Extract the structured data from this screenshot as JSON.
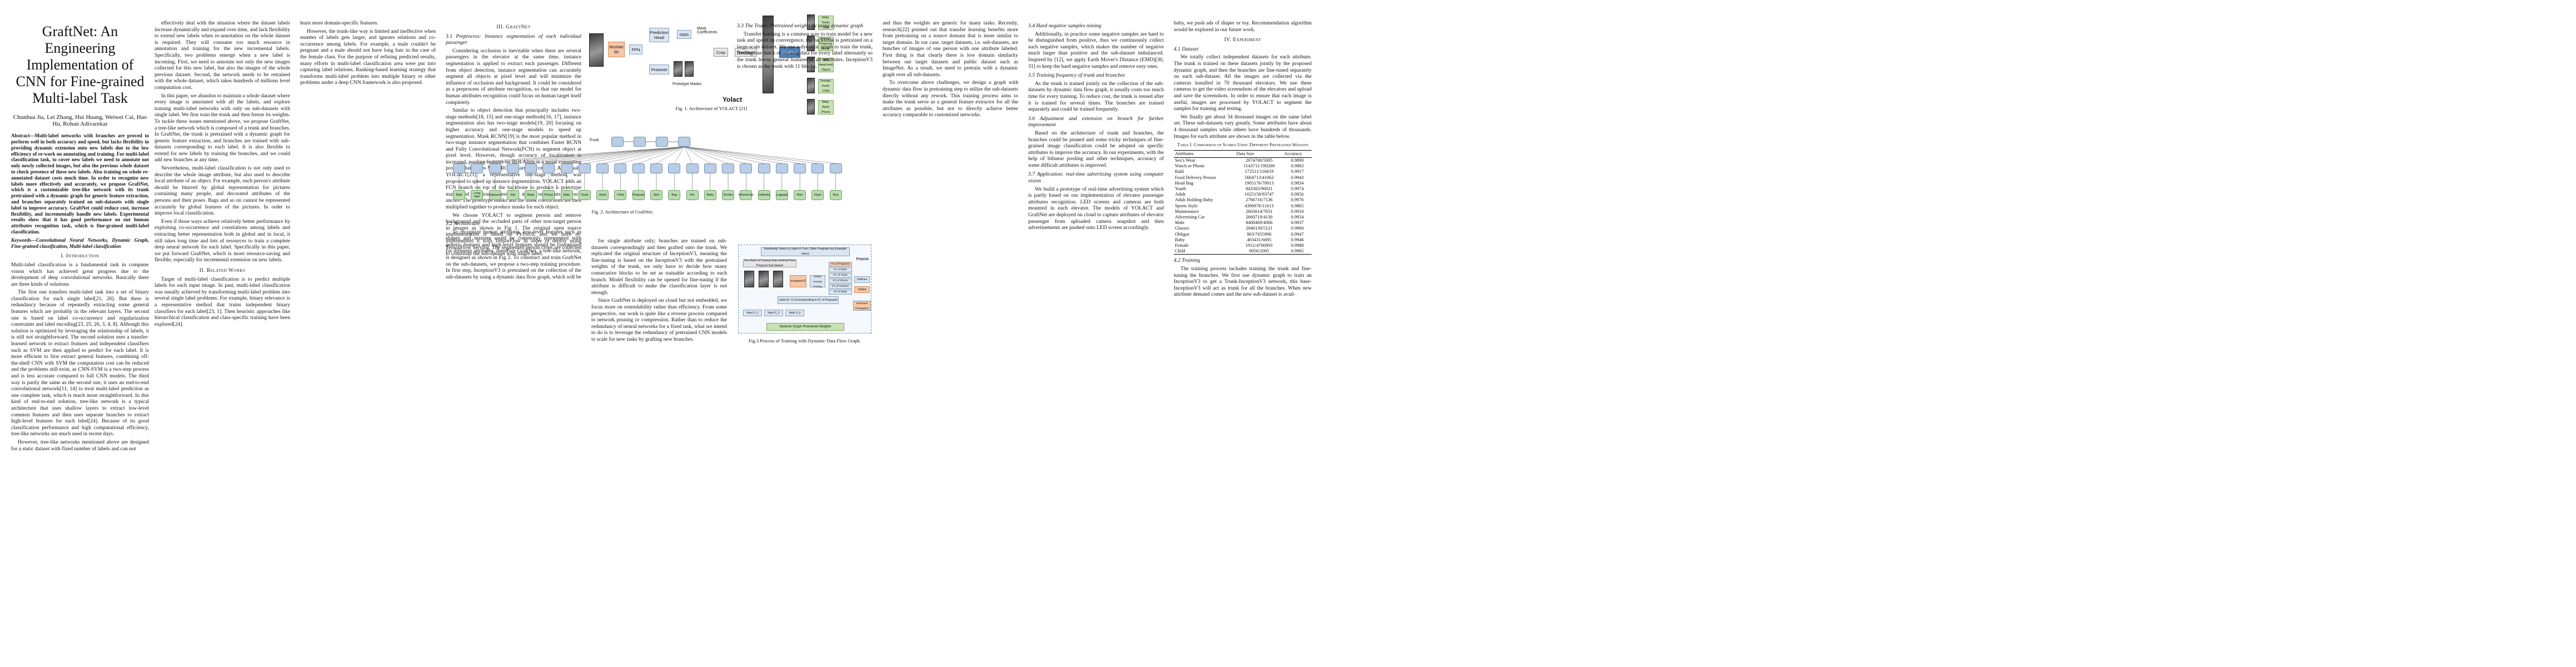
{
  "paper": {
    "title": "GraftNet: An Engineering Implementation of CNN for Fine-grained Multi-label Task",
    "authors": "Chunhua Jia, Lei Zhang, Hui Huang, Weiwei Cai, Hao Hu, Rohan Adivarekar",
    "abstract": "Abstract—Multi-label networks with branches are proved to perform well in both accuracy and speed, but lacks flexibility in providing dynamic extension onto new labels due to the low efficiency of re-work on annotating and training. For multi-label classification task, to cover new labels we need to annotate not only newly collected images, but also the previous whole dataset to check presence of these new labels. Also training on whole re-annotated dataset costs much time. In order to recognize new labels more effectively and accurately, we propose GraftNet, which is a customizable tree-like network with its trunk pretrained with a dynamic graph for generic feature extraction, and branches separately trained on sub-datasets with single label to improve accuracy. GraftNet could reduce cost, increase flexibility, and incrementally handle new labels. Experimental results show that it has good performance on our human attributes recognition task, which is fine-grained multi-label classification.",
    "keywords": "Keywords—Convolutional Neural Networks, Dynamic Graph, Fine-grained classification, Multi-label classification",
    "sec1": "I. Introduction",
    "intro_p1": "Multi-label classification is a fundamental task in computer vision which has achieved great progress due to the development of deep convolutional networks. Basically there are three kinds of solutions.",
    "intro_p2": "The first one transfers multi-label task into a set of binary classification for each single label[21, 26]. But there is redundancy because of repeatedly extracting some general features which are probably in the relevant layers. The second one is based on label co-occurrence and regularization constraints and label encoding[23, 25, 26, 3, 4, 8]. Although this solution is optimized by leveraging the relationship of labels, it is still not straightforward. The second solution uses a transfer-learned network to extract features and independent classifiers such as SVM are then applied to predict for each label. It is more efficient to first extract general features, combining off-the-shelf CNN with SVM the computation cost can be reduced and the problems still exist, as CNN-SVM is a two-step process and is less accurate compared to full CNN models. The third way is partly the same as the second one, it uses an end-to-end convolutional network[11, 14] to treat multi-label prediction as one complete task, which is much more straightforward. In this kind of end-to-end solution, tree-like network is a typical architecture that uses shallow layers to extract low-level common features and then uses separate branches to extract high-level features for each label[24]. Because of its good classification performance and high computational efficiency, tree-like networks are much used in recent days.",
    "intro_p3": "However, tree-like networks mentioned above are designed for a static dataset with fixed number of labels and can not",
    "col2_p1": "learn more domain-specific features.",
    "col2_p2": "However, the trunk-like way is limited and ineffective when number of labels gets larger, and ignores relations and co-occurrence among labels. For example, a male couldn't be pregnant and a male should not have long hair in the case of the female class. For the purpose of refining predicted results, many efforts in multi-label classification area were put into capturing label relations. Ranking-based learning strategy that transforms multi-label problem into multiple binary or other problems under a deep CNN framework is also proposed.",
    "col2_p3": "effectively deal with the situation where the dataset labels increase dynamically and expand over time, and lack flexibility to extend new labels when re-annotation on the whole dataset is required. They will consume too much resource in annotation and training for the new incremental labels. Specifically, two problems emerge when a new label is incoming. First, we need to annotate not only the new images collected for this new label, but also the images of the whole previous dataset. Second, the network needs to be retrained with the whole dataset, which takes hundreds of millions level computation cost.",
    "col2_p4": "In this paper, we abandon to maintain a whole dataset where every image is annotated with all the labels, and explore training multi-label networks with only on sub-datasets with single label. We first train the trunk and then freeze its weights. To tackle these issues mentioned above, we propose GraftNet, a tree-like network which is composed of a trunk and branches. In GraftNet, the trunk is pretrained with a dynamic graph for generic feature extraction, and branches are trained with sub-datasets corresponding to each label. It is also flexible to extend for new labels by training the branches, and we could add new branches at any time.",
    "col2_p5": "Nevertheless, multi-label classification is not only used to describe the whole image attribute, but also used to describe local attribute of an object. For example, each person's attribute should be blurred by global representation for pictures containing many people, and decorated attributes of the persons and their poses. Bags and so on cannot be represented accurately by global features of the pictures. In order to improve local classification.",
    "col2_p6": "Even if those ways achieve relatively better performance by exploiting co-occurrence and correlations among labels and extracting better representation both in global and in local, it still takes long time and lots of resources to train a complete deep neural network for each label. Specifically in this paper, we put forward GraftNet, which is more resource-saving and flexible, especially for incremental extension on new labels.",
    "sec2": "II. Related Works",
    "rel_p1": "Target of multi-label classification is to predict multiple labels for each input image. In past, multi-label classification was usually achieved by transforming multi-label problem into several single label problems. For example, binary relevance is a representative method that trains independent binary classifiers for each label[23, 1]. Then heuristic approaches like hierarchical classification and class-specific training have been explored[24].",
    "sec3": "III. GraftNet",
    "sub31": "3.1 Preprocess: Instance segmentation of each individual passenger",
    "pre_p1": "Considering occlusion is inevitable when there are several passengers in the elevator at the same time, instance segmentation is applied to extract each passenger. Different from object detection, instance segmentation can accurately segment all objects at pixel level and will minimize the influence of occlusion and background. It could be considered as a preprocess of attribute recognition, so that our model for human attributes recognition could focus on human target itself completely.",
    "pre_p2": "Similar to object detection that principally includes two-stage methods[18, 15] and one-stage methods[16, 17], instance segmentation also has two-stage models[19, 20] focusing on higher accuracy and one-stage models to speed up segmentation. Mask RCNN[19] is the most popular method in two-stage instance segmentation that combines Faster RCNN and Fully Convolutional Network(FCN) to segment object at pixel level. However, though accuracy of localization is increased, pooling features by ROI Align is a serial computing process that makes Mask RCNN hard to accelerate. As a result, YOLACT[21], a representative one-stage method, was proposed to speed up instance segmentation. YOLACT adds an FCN branch on top of the backbone to produce k prototype masks and additionally predict k mask coefficients for each anchor. The prototype masks and the mask coefficients are then multiplied together to produce masks for each object.",
    "pre_p3": "We choose YOLACT to segment person and remove background and the occluded parts of other non-target person in images as shown in Fig 1. The original open source implementation is based on PyTorch, and we have re-implemented it with TensorFlow in order to deploy using TensorFlow Serving. The segmented person crops are collected to constitute the sub-dataset with single label.",
    "col4_p1": "for single attribute only; branches are trained on sub-datasets correspondingly and then grafted onto the trunk. We replicated the original structure of InceptionV3, meaning the fine-tuning is based on the InceptionV3 with the pretrained weights of the trunk, we only have to decide how many consecutive blocks to be set as trainable according to each branch. Model flexibility can be opened for fine-tuning if the attribute is difficult to make the classification layer is not enough.",
    "col4_p2": "Since GraftNet is deployed on cloud but not embedded, we focus more on extendability rather than efficiency. From some perspective, our work is quite like a reverse process compared to network pruning or compression. Rather than to reduce the redundancy of neural networks for a fixed task, what we intend to do is to leverage the redundancy of pretrained CNN models to scale for new tasks by grafting new branches.",
    "sub33": "3.3 The Trunk: Pretrained weights by using dynamic graph",
    "trunk_p1": "Transfer learning is a common way to train model for a new task and speed up convergence, the backbone is pretrained on a large-scale dataset. We use a dynamic graph to train the trunk, feeding one batch of training data for every label alternately so the trunk learns general features of all attributes. InceptionV3 is chosen as the trunk with 11 blocks.",
    "fig1cap": "Fig. 1. Architecture of YOLACT [21]",
    "fig2cap": "Fig. 2. Architecture of GraftNet.",
    "fig3cap": "Fig.3.Process of Training with Dynamic Data Flow Graph.",
    "sub32": "3.2 Architecture",
    "arch_p1": "To recognize human attributes, low-level features such as shapes and textures could be commonly represented with generic features and high-level features should be customized for different attributes, therefore GraftNet, a tree-like network, is designed as shown in Fig 2. To construct and train GraftNet on the sub-datasets, we propose a two-step training procedure. In first step, InceptionV3 is pretrained on the collection of the sub-datasets by using a dynamic data flow graph, which will be",
    "col5_p1": "and thus the weights are generic for many tasks. Recently, research[22] pointed out that transfer learning benefits more from pretraining on a source domain that is more similar to target domain. In our case, target datasets, i.e. sub-datasets, are bunches of images of one person with one attribute labeled. First thing is that clearly there is low domain similarity between our target datasets and public dataset such as ImageNet. As a result, we need to pretrain with a dynamic graph over all sub-datasets.",
    "col5_p2": "To overcome above challenges, we design a graph with dynamic data flow in pretraining step to utilize the sub-datasets directly without any rework. This training process aims to make the trunk serve as a general feature extractor for all the attributes as possible, but not to directly achieve better accuracy comparable to customized networks.",
    "sub34": "3.4 Hard negative samples mining",
    "hard_p1": "Additionally, in practice some negative samples are hard to be distinguished from positive, thus we continuously collect such negative samples, which makes the number of negative much larger than positive and the sub-dataset imbalanced. Inspired by [12], we apply Earth Mover's Distance (EMD)[30, 31] to keep the hard negative samples and remove easy ones.",
    "sub35": "3.5 Training frequency of trunk and branches",
    "freq_p1": "As the trunk is trained jointly on the collection of the sub-datasets by dynamic data flow graph, it usually costs too much time for every training. To reduce cost, the trunk is reused after it is trained for several times. The branches are trained separately and could be trained frequently.",
    "sub36": "3.6 Adjustment and extension on branch for further improvement",
    "adj_p1": "Based on the architecture of trunk and branches, the branches could be pruned and some tricky techniques of fine-grained image classification could be adopted on specific attributes to improve the accuracy. In our experiments, with the help of bilinear pooling and other techniques, accuracy of some difficult attributes is improved.",
    "sub37": "3.7 Application: real-time advertising system using computer vision",
    "app_p1": "We build a prototype of real-time advertising system which is partly based on our implementation of elevator passenger attributes recognition. LED screens and cameras are both mounted in each elevator. The models of YOLACT and GraftNet are deployed on cloud to capture attributes of elevator passenger from uploaded camera snapshot and then advertisements are pushed onto LED screen accordingly.",
    "col6_p1": "baby, we push ads of diaper or toy. Recommendation algorithm would be explored in our future work.",
    "sec4": "IV. Experiment",
    "sub41": "4.1 Dataset",
    "data_p1": "We totally collect independent datasets for each attribute. The trunk is trained on these datasets jointly by the proposed dynamic graph, and then the branches are fine-tuned separately on each sub-dataset. All the images are collected via the cameras installed in 70 thousand elevators. We use these cameras to get the video screenshots of the elevators and upload and save the screenshots. In order to ensure that each image is useful, images are processed by YOLACT to segment the samples for training and testing.",
    "data_p2": "We finally get about 34 thousand images on the same label set. These sub-datasets vary greatly. Some attributes have about 4 thousand samples while others have hundreds of thousands. Images for each attribute are shown in the table below.",
    "tablecap": "Table I. Comparison of Scores Using Different Pretrained Weights",
    "sub42": "4.2 Training",
    "train_p1": "The training process includes training the trunk and fine-tuning the branches. We first use dynamic graph to train an InceptionV3 to get a Trunk-InceptionV3 network, this base-InceptionV3 will act as trunk for all the branches. When new attribute demand comes and the new sub-dataset is avail-"
  },
  "figure1": {
    "blocks": [
      "ResNet 50",
      "FPN",
      "Prediction Head",
      "Protonet",
      "NMS",
      "Mask Coefficients",
      "Crop",
      "Threshold",
      "GraftNet"
    ],
    "labels": [
      "Male, Youth, Slim",
      "Female, Pregnant, Adult",
      "Male, Hand-held Object",
      "Female, Youth, Child",
      "Male, Adult, Phone"
    ],
    "tag": "Yolact",
    "prototypes": "Prototype Masks"
  },
  "figure2": {
    "trunk_label": "Trunk",
    "branches": [
      "Bald",
      "Long Hair",
      "Glasses",
      "Hat",
      "Mask",
      "Phone",
      "Male",
      "Youth",
      "Adult",
      "Child",
      "Pregnant",
      "Slim",
      "Bag",
      "Pet",
      "Baby",
      "Stroller",
      "Wheelchair",
      "Umbrella",
      "Luggage",
      "Bike",
      "Plant",
      "Box"
    ]
  },
  "figure3": {
    "title": "Randomly Select a Label in Turn (Take Pregnant as Example Here)",
    "batch": "One Batch of Training Data Selected from Pregnant Sub-dataset",
    "inputs": [
      "Input X_1",
      "Input X_2",
      "Input X_k"
    ],
    "model": "InceptionV3",
    "pool": "Global Average Pooling",
    "fcs": [
      "FC of Pregnant",
      "FC of Male",
      "FC of Youth",
      "FC of Phone",
      "FC of Glasses",
      "FC of Bald"
    ],
    "softmax": "Softmax",
    "output": "Output",
    "backprop": "Backward Propagation",
    "label_id": "Label ID: 11 (Corresponding to FC of Pregnant)",
    "repeat": "Repeat",
    "footer": "Network Graph Pretrained Weights"
  },
  "table": {
    "headers": [
      "Attributes",
      "Data Size",
      "Accuracy"
    ],
    "rows": [
      [
        "Sex's Wear",
        "2074700/5005",
        "0.9890"
      ],
      [
        "Watch or Phone",
        "1143711/190200",
        "0.9883"
      ],
      [
        "Bald",
        "172511/116619",
        "0.9917"
      ],
      [
        "Food Delivery Person",
        "5664713/41062",
        "0.9943"
      ],
      [
        "Head Bag",
        "1905176/70013",
        "0.9854"
      ],
      [
        "Youth",
        "843303/96921",
        "0.9974"
      ],
      [
        "Adult",
        "1025158/93747",
        "0.9856"
      ],
      [
        "Adult Holding Baby",
        "2766716/7136",
        "0.9976"
      ],
      [
        "Sports Style",
        "4396976/11613",
        "0.9865"
      ],
      [
        "Maintenance",
        "2603614/7631",
        "0.9910"
      ],
      [
        "Advertising Car",
        "2660719/4130",
        "0.9854"
      ],
      [
        "Male",
        "8408469/4066",
        "0.9837"
      ],
      [
        "Glasses",
        "2040130/5121",
        "0.9960"
      ],
      [
        "Obligor",
        "903/7055996",
        "0.9947"
      ],
      [
        "Baby",
        "403431/6695",
        "0.9946"
      ],
      [
        "Female",
        "1912/4700893",
        "0.9988"
      ],
      [
        "Child",
        "9056/2005",
        "0.9965"
      ]
    ]
  }
}
